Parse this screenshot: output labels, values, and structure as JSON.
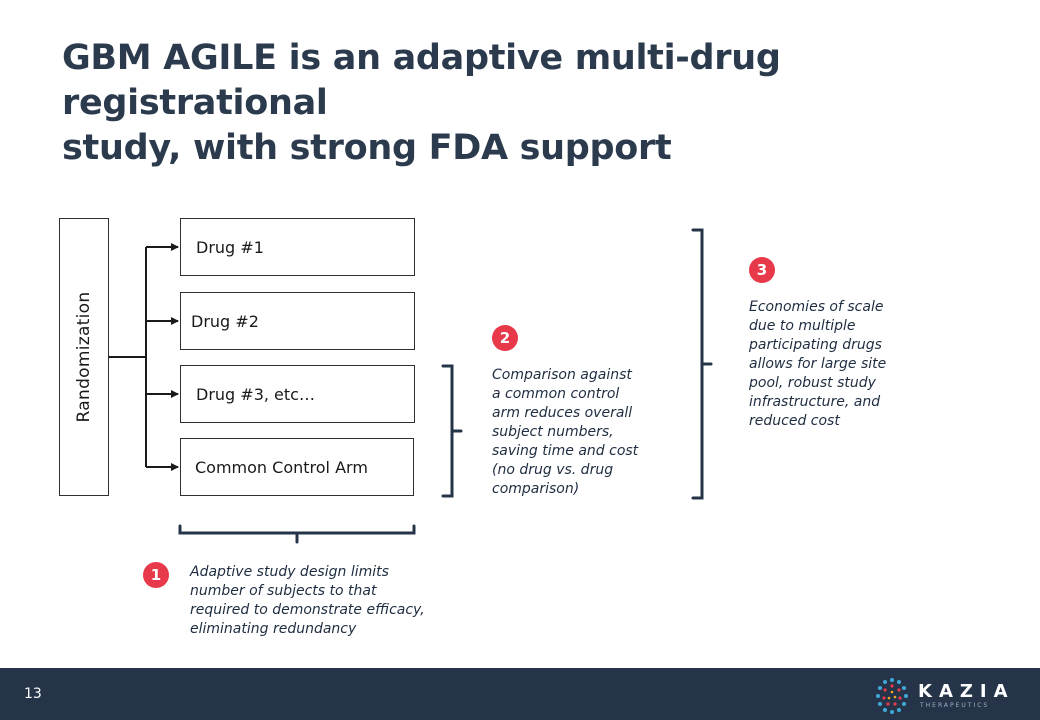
{
  "slide": {
    "title_line1": "GBM AGILE is an adaptive multi-drug registrational",
    "title_line2": "study, with strong FDA support",
    "page_number": "13"
  },
  "diagram": {
    "randomization_label": "Randomization",
    "arms": [
      "Drug #1",
      "Drug #2",
      "Drug #3, etc…",
      "Common Control Arm"
    ]
  },
  "callouts": [
    {
      "number": "1",
      "text": [
        "Adaptive study design limits",
        "number of subjects to that",
        "required to demonstrate efficacy,",
        "eliminating redundancy"
      ]
    },
    {
      "number": "2",
      "text": [
        "Comparison against",
        "a common control",
        "arm reduces overall",
        "subject numbers,",
        "saving time and cost",
        "(no drug vs. drug",
        "comparison)"
      ]
    },
    {
      "number": "3",
      "text": [
        "Economies of scale",
        "due to multiple",
        "participating drugs",
        "allows for large site",
        "pool, robust study",
        "infrastructure, and",
        "reduced cost"
      ]
    }
  ],
  "logo": {
    "name": "KAZIA",
    "subtitle": "THERAPEUTICS"
  },
  "colors": {
    "title": "#2b3a4d",
    "badge": "#e8394a",
    "footer": "#26344a",
    "bracket": "#26344a"
  }
}
